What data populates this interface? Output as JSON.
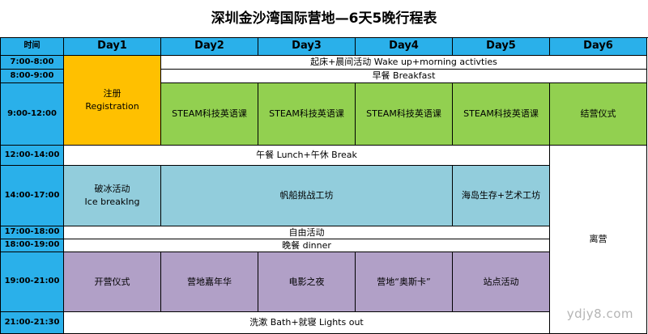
{
  "title": "深圳金沙湾国际营地—6天5晚行程表",
  "header": {
    "time": "时间",
    "days": [
      "Day1",
      "Day2",
      "Day3",
      "Day4",
      "Day5",
      "Day6"
    ]
  },
  "times": [
    "7:00-8:00",
    "8:00-9:00",
    "9:00-12:00",
    "12:00-14:00",
    "14:00-17:00",
    "17:00-18:00",
    "18:00-19:00",
    "19:00-21:00",
    "21:00-21:30"
  ],
  "cells": {
    "registration": "注册\nRegistration",
    "wakeup": "起床+晨间活动 Wake up+morning activties",
    "breakfast": "早餐 Breakfast",
    "steam": [
      "STEAM科技英语课",
      "STEAM科技英语课",
      "STEAM科技英语课",
      "STEAM科技英语课"
    ],
    "closing": "结营仪式",
    "lunch": "午餐 Lunch+午休 Break",
    "icebreaking": "破冰活动\nIce breakIng",
    "sailing": "帆船挑战工坊",
    "island": "海岛生存+艺术工坊",
    "depart": "离营",
    "free": "自由活动",
    "dinner": "晚餐 dinner",
    "evening": [
      "开营仪式",
      "营地嘉年华",
      "电影之夜",
      "营地“奥斯卡”",
      "站点活动"
    ],
    "bath": "洗漱 Bath+就寝 Lights out"
  },
  "watermark": "ydjy8.com",
  "colors": {
    "header": "#2ab0ea",
    "registration": "#ffc000",
    "steam": "#92d050",
    "afternoon": "#92cddc",
    "evening": "#b1a0c7"
  }
}
